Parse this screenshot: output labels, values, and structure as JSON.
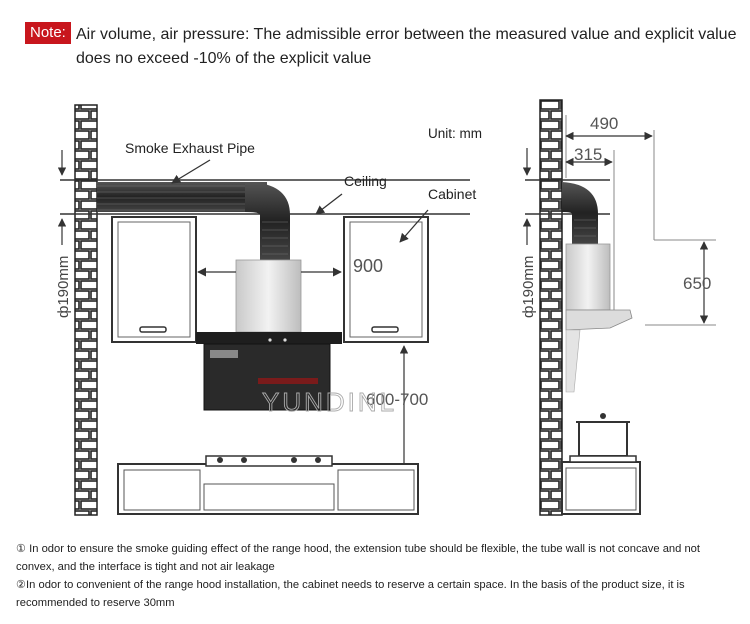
{
  "note": {
    "badge": "Note:",
    "text": "Air volume, air pressure: The admissible error between the measured value and explicit value does no exceed -10% of the explicit value"
  },
  "labels": {
    "smoke_pipe": "Smoke Exhaust Pipe",
    "ceiling": "Ceiling",
    "unit": "Unit: mm",
    "cabinet": "Cabinet",
    "width_900": "900",
    "height_600_700": "600-700",
    "pipe_diameter_left": "ф190mm",
    "pipe_diameter_right": "ф190mm",
    "depth_490": "490",
    "depth_315": "315",
    "height_650": "650",
    "watermark": "YUNDINL"
  },
  "footnotes": [
    "① In odor to ensure the smoke guiding effect of the range hood, the extension tube should be flexible, the tube wall is not concave and not convex, and the interface is tight and not air leakage",
    "②In odor to convenient of the range hood installation, the cabinet needs to reserve a certain space. In the basis of the product size, it is recommended to reserve 30mm"
  ],
  "colors": {
    "badge_bg": "#c8161d",
    "line": "#333333",
    "dim": "#555555",
    "hood": "#d8d8d8",
    "panel": "#2a2a2a",
    "wall": "#ffffff"
  }
}
